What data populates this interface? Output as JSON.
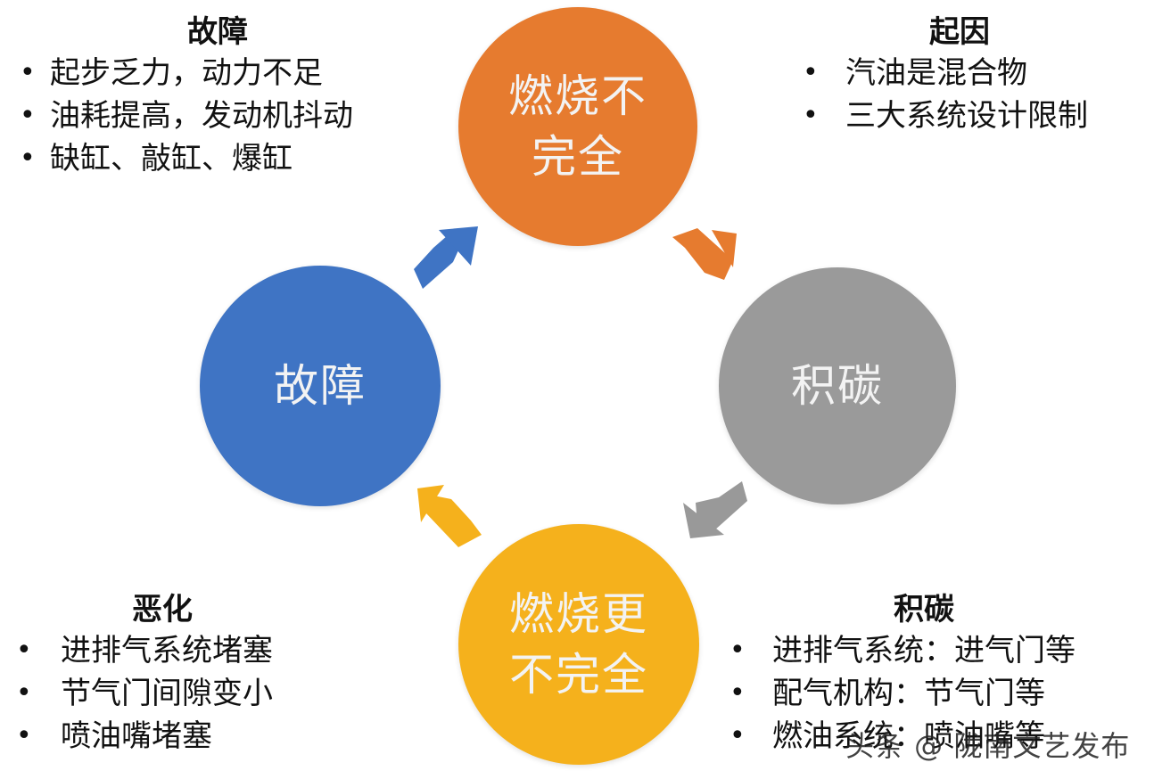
{
  "circles": {
    "top": [
      "燃烧不",
      "完全"
    ],
    "right": [
      "积碳"
    ],
    "bottom": [
      "燃烧更",
      "不完全"
    ],
    "left": [
      "故障"
    ]
  },
  "colors": {
    "top": "#e67b2f",
    "right": "#9a9a9a",
    "bottom": "#f5b11c",
    "left": "#3f74c4"
  },
  "blocks": {
    "top_left": {
      "title": "故障",
      "items": [
        "起步乏力，动力不足",
        "油耗提高，发动机抖动",
        "缺缸、敲缸、爆缸"
      ]
    },
    "top_right": {
      "title": "起因",
      "items": [
        "汽油是混合物",
        "三大系统设计限制"
      ]
    },
    "bottom_left": {
      "title": "恶化",
      "items": [
        "进排气系统堵塞",
        "节气门间隙变小",
        "喷油嘴堵塞"
      ]
    },
    "bottom_right": {
      "title": "积碳",
      "items": [
        "进排气系统：进气门等",
        "配气机构：节气门等",
        "燃油系统：喷油嘴等"
      ]
    }
  },
  "watermark": "头条 @ 陇南文艺发布"
}
